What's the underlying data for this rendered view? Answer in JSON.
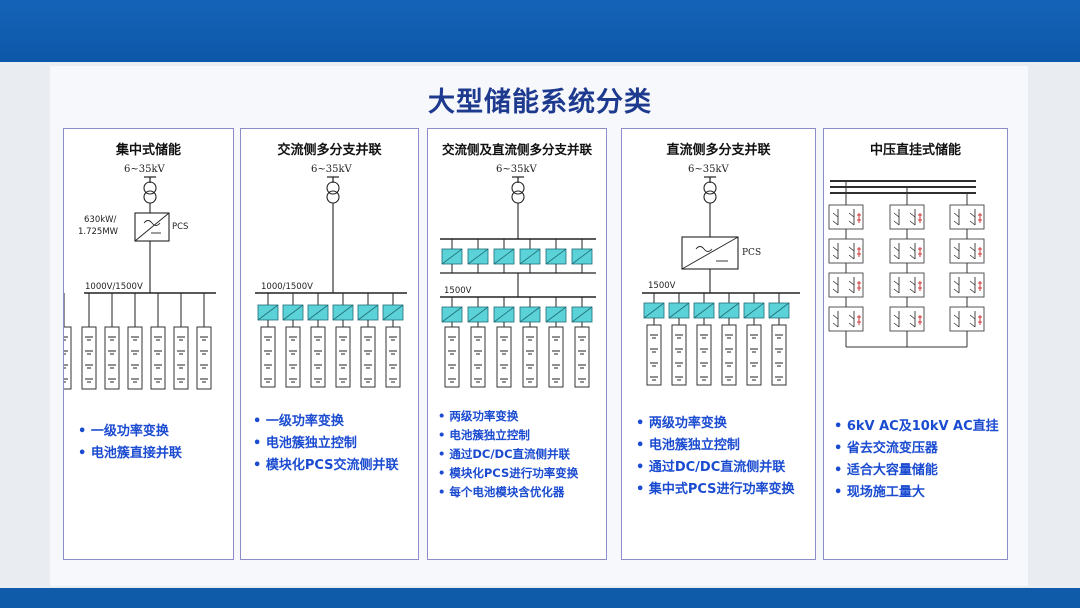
{
  "title": "大型储能系统分类",
  "panels": [
    {
      "title": "集中式储能",
      "voltage_label": "6~35kV",
      "pcs_label": "PCS",
      "power_label_1": "630kW/",
      "power_label_2": "1.725MW",
      "bus_label": "1000V/1500V",
      "bullets": [
        "一级功率变换",
        "电池簇直接并联"
      ]
    },
    {
      "title": "交流侧多分支并联",
      "voltage_label": "6~35kV",
      "bus_label": "1000/1500V",
      "bullets": [
        "一级功率变换",
        "电池簇独立控制",
        "模块化PCS交流侧并联"
      ]
    },
    {
      "title": "交流侧及直流侧多分支并联",
      "voltage_label": "6~35kV",
      "bus_label": "1500V",
      "bullets": [
        "两级功率变换",
        "电池簇独立控制",
        "通过DC/DC直流侧并联",
        "模块化PCS进行功率变换",
        "每个电池模块含优化器"
      ]
    },
    {
      "title": "直流侧多分支并联",
      "voltage_label": "6~35kV",
      "pcs_label": "PCS",
      "bus_label": "1500V",
      "bullets": [
        "两级功率变换",
        "电池簇独立控制",
        "通过DC/DC直流侧并联",
        "集中式PCS进行功率变换"
      ]
    },
    {
      "title": "中压直挂式储能",
      "bullets": [
        "6kV AC及10kV AC直挂",
        "省去交流变压器",
        "适合大容量储能",
        "现场施工量大"
      ]
    }
  ],
  "colors": {
    "title": "#1d3a8f",
    "bullet": "#1a4bd0",
    "header_bar": "#0d57a8",
    "panel_border": "#8c8cc8",
    "converter_fill": "#5ad2d8"
  }
}
